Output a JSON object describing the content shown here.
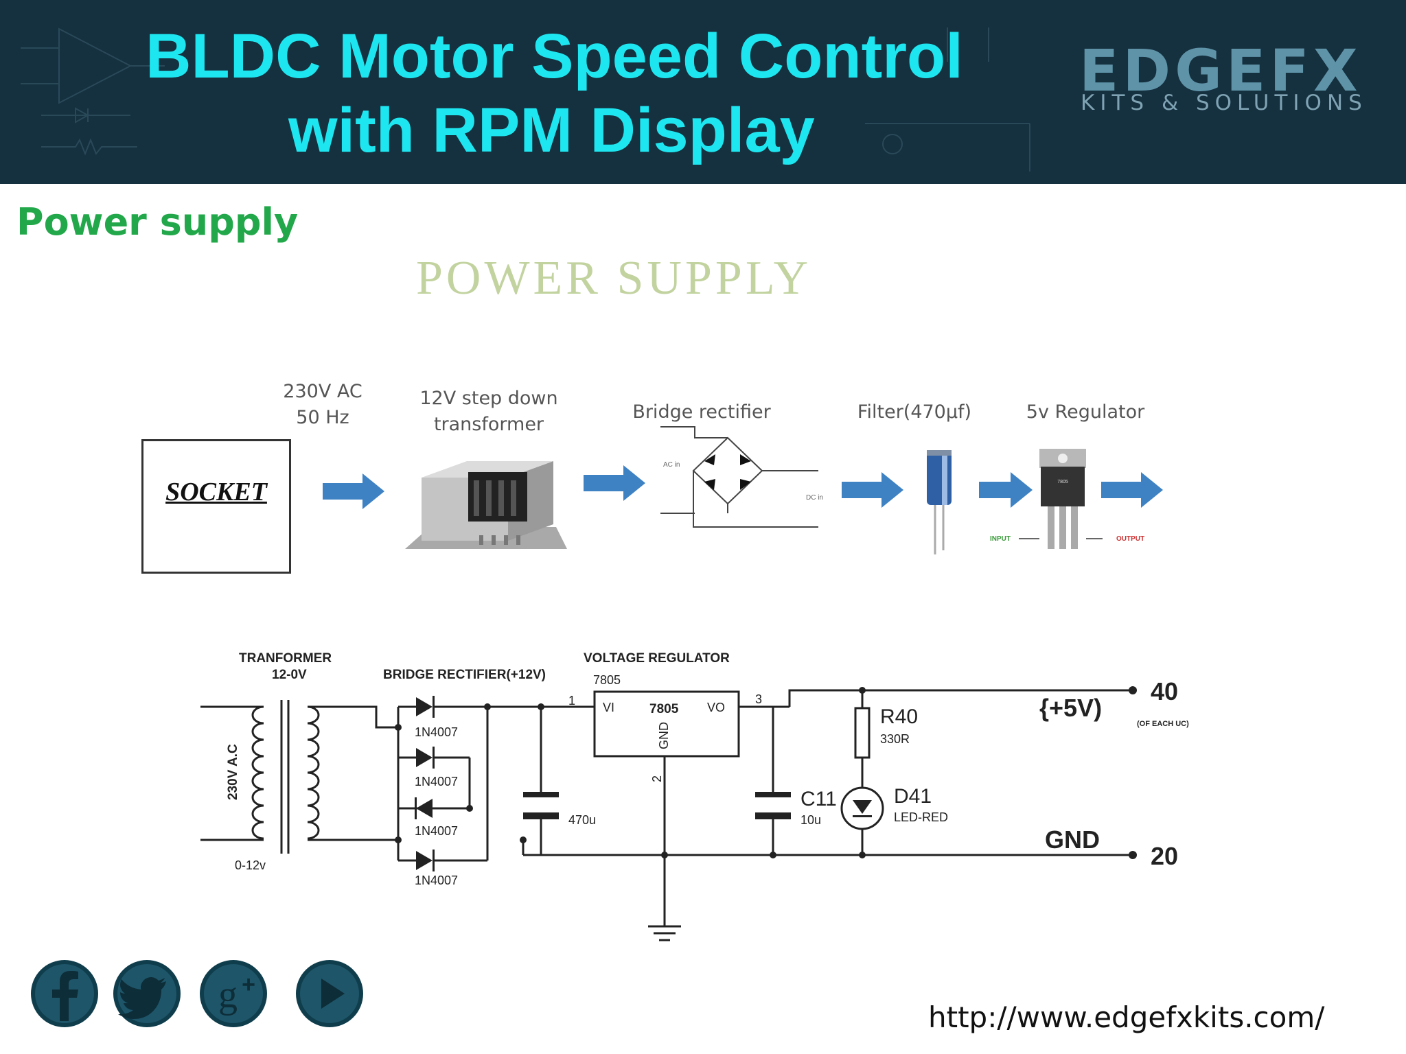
{
  "header": {
    "title_line1": "BLDC Motor Speed Control",
    "title_line2": "with RPM Display",
    "logo_word": "EDGEFX",
    "logo_tagline": "KITS & SOLUTIONS",
    "colors": {
      "background": "#15303f",
      "title": "#1ee6f0",
      "logo": "#5f93a8"
    }
  },
  "section_heading": "Power supply",
  "block_diagram": {
    "heading": "POWER SUPPLY",
    "socket_label": "SOCKET",
    "input_label": [
      "230V AC",
      "50 Hz"
    ],
    "transformer_label": [
      "12V step down",
      "transformer"
    ],
    "rectifier_label": "Bridge rectifier",
    "filter_label": "Filter(470µf)",
    "regulator_label": "5v Regulator",
    "rectifier_ac_tag": "AC in",
    "rectifier_dc_tag": "DC in",
    "regulator_chip": "7805",
    "regulator_input_tag": "INPUT",
    "regulator_output_tag": "OUTPUT",
    "arrow_color": "#3f82c4",
    "icons": [
      "power-socket-icon",
      "transformer-icon",
      "bridge-rectifier-icon",
      "capacitor-icon",
      "voltage-regulator-icon"
    ]
  },
  "schematic": {
    "transformer_title": [
      "TRANFORMER",
      "12-0V"
    ],
    "primary_label": "230V A.C",
    "secondary_label": "0-12v",
    "rectifier_title": "BRIDGE RECTIFIER(+12V)",
    "diodes": [
      "1N4007",
      "1N4007",
      "1N4007",
      "1N4007"
    ],
    "input_cap": "470u",
    "regulator_title": "VOLTAGE REGULATOR",
    "regulator_part": "7805",
    "regulator_body": "7805",
    "pin_vi": "VI",
    "pin_vo": "VO",
    "pin_gnd": "GND",
    "pin_1": "1",
    "pin_2": "2",
    "pin_3": "3",
    "output_cap": {
      "name": "C11",
      "value": "10u"
    },
    "resistor": {
      "name": "R40",
      "value": "330R"
    },
    "led": {
      "name": "D41",
      "value": "LED-RED"
    },
    "vcc_label": "{+5V)",
    "gnd_label": "GND",
    "pin_40": "40",
    "pin_20": "20",
    "pin_note": "(OF EACH UC)"
  },
  "footer": {
    "social_icons": [
      "facebook-icon",
      "twitter-icon",
      "google-plus-icon",
      "youtube-play-icon"
    ],
    "url": "http://www.edgefxkits.com/"
  }
}
